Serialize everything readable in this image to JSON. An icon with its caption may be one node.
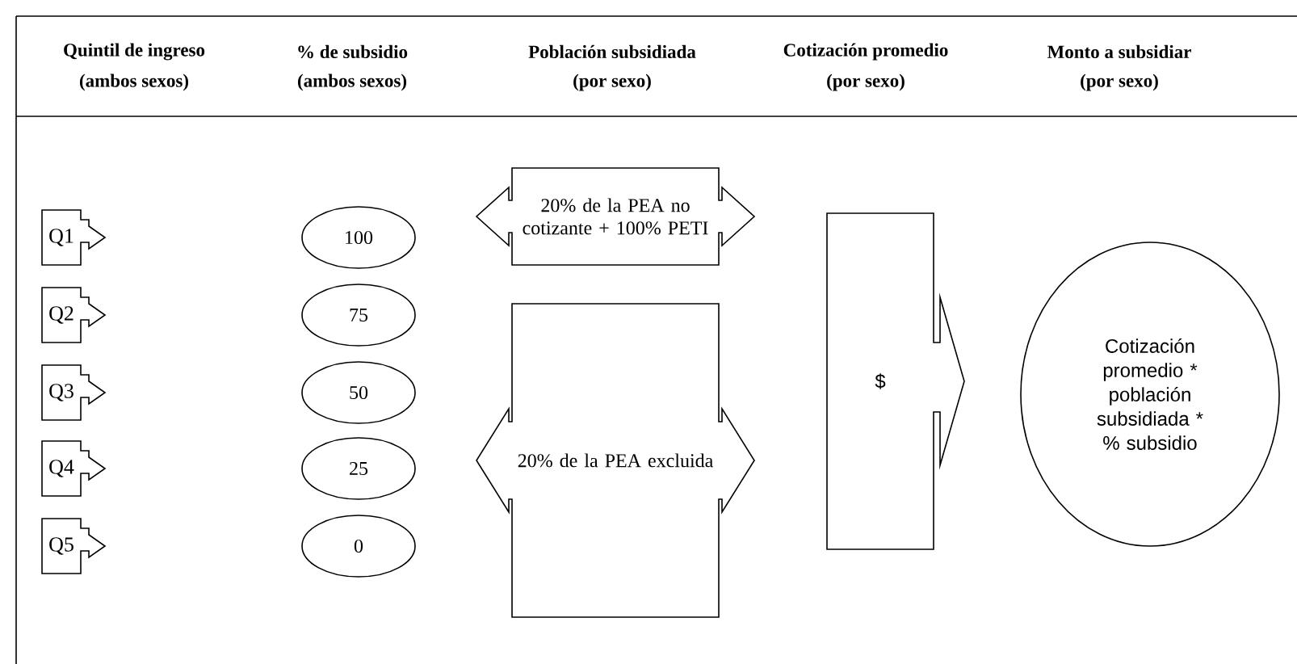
{
  "diagram": {
    "nodes": [
      {
        "text": [
          "Q1"
        ]
      },
      {
        "text": [
          "Q2"
        ]
      },
      {
        "text": [
          "Q3"
        ]
      },
      {
        "text": [
          "Q4"
        ]
      },
      {
        "text": [
          "Q5"
        ]
      },
      {
        "text": [
          "100"
        ]
      },
      {
        "text": [
          "75"
        ]
      },
      {
        "text": [
          "50"
        ]
      },
      {
        "text": [
          "25"
        ]
      },
      {
        "text": [
          "0"
        ]
      },
      {
        "text": [
          "20% de la PEA no cotizante + 100% PETI"
        ]
      },
      {
        "text": [
          "20% de la PEA excluida"
        ]
      },
      {
        "text": [
          "$"
        ]
      },
      {
        "text": [
          "Cotización promedio * población subsidiada * % subsidio"
        ]
      }
    ],
    "labels": [
      "Quintil de ingreso",
      "% de subsidio",
      "Población subsidiada",
      "Cotización promedio",
      "Monto a subsidiar",
      "(ambos sexos)",
      "(ambos sexos)",
      "(por sexo)",
      "(por sexo)",
      "(por sexo)"
    ]
  }
}
